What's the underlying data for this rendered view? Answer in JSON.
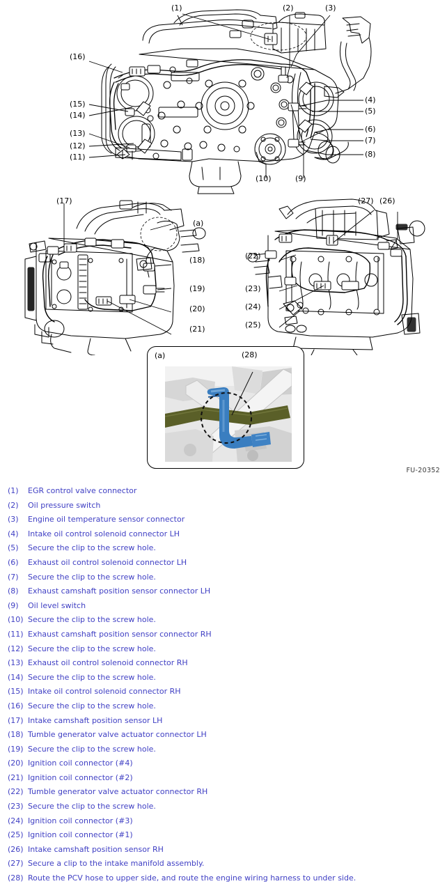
{
  "figure": {
    "id_code": "FU-20352",
    "inset_label": "(a)",
    "callouts": {
      "c1": "(1)",
      "c2": "(2)",
      "c3": "(3)",
      "c4": "(4)",
      "c5": "(5)",
      "c6": "(6)",
      "c7": "(7)",
      "c8": "(8)",
      "c9": "(9)",
      "c10": "(10)",
      "c11": "(11)",
      "c12": "(12)",
      "c13": "(13)",
      "c14": "(14)",
      "c15": "(15)",
      "c16": "(16)",
      "c17": "(17)",
      "c18": "(18)",
      "c19": "(19)",
      "c20": "(20)",
      "c21": "(21)",
      "c22": "(22)",
      "c23": "(23)",
      "c24": "(24)",
      "c25": "(25)",
      "c26": "(26)",
      "c27": "(27)",
      "c28": "(28)",
      "ca": "(a)",
      "ca2": "(a)"
    },
    "colors": {
      "legend_text": "#4040c4",
      "line_art": "#000000",
      "hose_blue": "#3a7ec0",
      "harness_olive": "#5a5f28",
      "figure_id": "#3a3a3a"
    }
  },
  "legend": [
    {
      "num": "(1)",
      "text": "EGR control valve connector"
    },
    {
      "num": "(2)",
      "text": "Oil pressure switch"
    },
    {
      "num": "(3)",
      "text": "Engine oil temperature sensor connector"
    },
    {
      "num": "(4)",
      "text": "Intake oil control solenoid connector LH"
    },
    {
      "num": "(5)",
      "text": "Secure the clip to the screw hole."
    },
    {
      "num": "(6)",
      "text": "Exhaust oil control solenoid connector LH"
    },
    {
      "num": "(7)",
      "text": "Secure the clip to the screw hole."
    },
    {
      "num": "(8)",
      "text": "Exhaust camshaft position sensor connector LH"
    },
    {
      "num": "(9)",
      "text": "Oil level switch"
    },
    {
      "num": "(10)",
      "text": "Secure the clip to the screw hole."
    },
    {
      "num": "(11)",
      "text": "Exhaust camshaft position sensor connector RH"
    },
    {
      "num": "(12)",
      "text": "Secure the clip to the screw hole."
    },
    {
      "num": "(13)",
      "text": "Exhaust oil control solenoid connector RH"
    },
    {
      "num": "(14)",
      "text": "Secure the clip to the screw hole."
    },
    {
      "num": "(15)",
      "text": "Intake oil control solenoid connector RH"
    },
    {
      "num": "(16)",
      "text": "Secure the clip to the screw hole."
    },
    {
      "num": "(17)",
      "text": "Intake camshaft position sensor LH"
    },
    {
      "num": "(18)",
      "text": "Tumble generator valve actuator connector LH"
    },
    {
      "num": "(19)",
      "text": "Secure the clip to the screw hole."
    },
    {
      "num": "(20)",
      "text": "Ignition coil connector (#4)"
    },
    {
      "num": "(21)",
      "text": "Ignition coil connector (#2)"
    },
    {
      "num": "(22)",
      "text": "Tumble generator valve actuator connector RH"
    },
    {
      "num": "(23)",
      "text": "Secure the clip to the screw hole."
    },
    {
      "num": "(24)",
      "text": "Ignition coil connector (#3)"
    },
    {
      "num": "(25)",
      "text": "Ignition coil connector (#1)"
    },
    {
      "num": "(26)",
      "text": "Intake camshaft position sensor RH"
    },
    {
      "num": "(27)",
      "text": "Secure a clip to the intake manifold assembly."
    },
    {
      "num": "(28)",
      "text": "Route the PCV hose to upper side, and route the engine wiring harness to under side."
    }
  ]
}
